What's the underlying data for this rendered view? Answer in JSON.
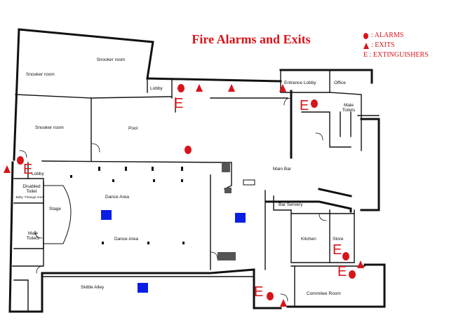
{
  "title": "Fire Alarms and Exits",
  "legend": {
    "alarms": ": ALARMS",
    "exits": ": EXITS",
    "extinguishers": "E : EXTINGUISHERS"
  },
  "rooms": {
    "snooker_room_1": "Snooker room",
    "snooker_room_2": "Snooker room",
    "snooker_room_3": "Snooker room",
    "lobby_top": "Lobby",
    "pool": "Pool",
    "entrance_lobby": "Entrance Lobby",
    "office": "Office",
    "male_toilets_right": "Male Toilets",
    "main_bar": "Main Bar",
    "lobby_left": "Lobby",
    "disabled_toilet": "Disabled Toilet",
    "baby_change": "Baby \"Change Area\"",
    "stage": "Stage",
    "male_toilets_left": "Male Toilets",
    "dance_area_1": "Dance Area",
    "dance_area_2": "Dance Area",
    "bar_servery": "Bar Servery",
    "kitchen": "Kitchen",
    "store": "Store",
    "skittle_alley": "Skittle Alley",
    "committee_room": "Commitee Room"
  },
  "extinguisher_letter": "E",
  "colors": {
    "red": "#d7141a",
    "blue": "#0a1ee6",
    "wall": "#111111"
  }
}
